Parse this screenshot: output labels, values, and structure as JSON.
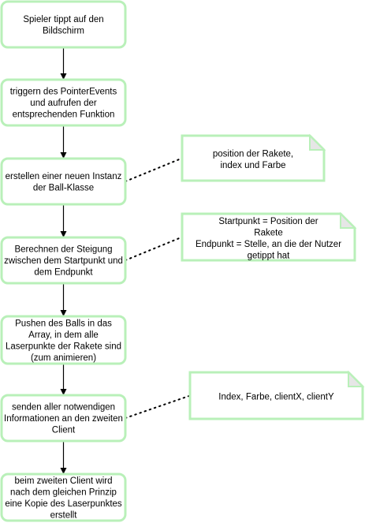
{
  "steps": [
    [
      "Spieler tippt auf den",
      "Bildschirm"
    ],
    [
      "triggern des PointerEvents",
      "und aufrufen der",
      "entsprechenden Funktion"
    ],
    [
      "erstellen einer neuen Instanz",
      "der Ball-Klasse"
    ],
    [
      "Berechnen der Steigung",
      "zwischen dem Startpunkt und",
      "dem Endpunkt"
    ],
    [
      "Pushen des Balls in das",
      "Array, in dem alle",
      "Laserpunkte der Rakete sind",
      "(zum animieren)"
    ],
    [
      "senden aller notwendigen",
      "Informationen an den zweiten",
      "Client"
    ],
    [
      "beim zweiten Client wird",
      "nach dem gleichen Prinzip",
      "eine Kopie des Laserpunktes",
      "erstellt"
    ]
  ],
  "notes": [
    [
      "position der Rakete,",
      "index und Farbe"
    ],
    [
      "Startpunkt = Position der",
      "Rakete",
      "Endpunkt = Stelle, an die der Nutzer",
      "getippt hat"
    ],
    [
      "Index, Farbe, clientX, clientY"
    ]
  ],
  "colors": {
    "box_stroke": "#b9f0b9",
    "note_fold": "#e6e6e6",
    "connector": "#000000"
  }
}
